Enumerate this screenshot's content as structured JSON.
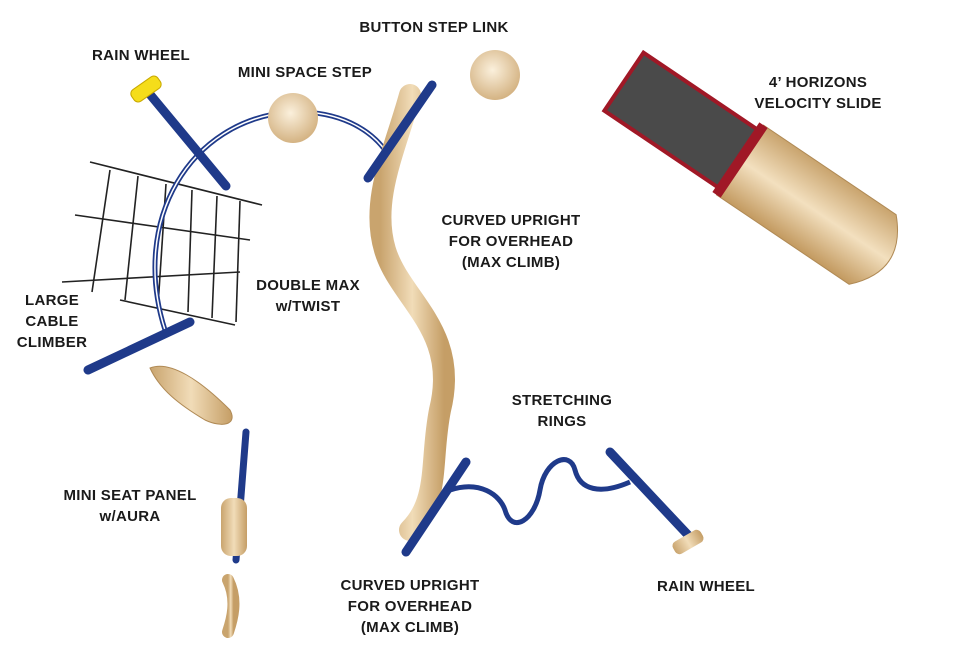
{
  "labels": {
    "rain_wheel_top": [
      "RAIN WHEEL"
    ],
    "button_step_link": [
      "BUTTON STEP LINK"
    ],
    "mini_space_step": [
      "MINI SPACE STEP"
    ],
    "velocity_slide": [
      "4’ HORIZONS",
      "VELOCITY SLIDE"
    ],
    "curved_upright_top": [
      "CURVED UPRIGHT",
      "FOR OVERHEAD",
      "(MAX CLIMB)"
    ],
    "double_max": [
      "DOUBLE MAX",
      "w/TWIST"
    ],
    "cable_climber": [
      "LARGE",
      "CABLE",
      "CLIMBER"
    ],
    "stretching_rings": [
      "STRETCHING",
      "RINGS"
    ],
    "mini_seat_panel": [
      "MINI SEAT PANEL",
      "w/AURA"
    ],
    "curved_upright_bottom": [
      "CURVED UPRIGHT",
      "FOR OVERHEAD",
      "(MAX CLIMB)"
    ],
    "rain_wheel_bottom": [
      "RAIN WHEEL"
    ]
  },
  "colors": {
    "post_blue": "#1f3a8a",
    "tan": "#e2c497",
    "slide_red": "#a01826",
    "slide_deck": "#4a4a4a",
    "rain_wheel_yellow": "#f5dd1a"
  }
}
